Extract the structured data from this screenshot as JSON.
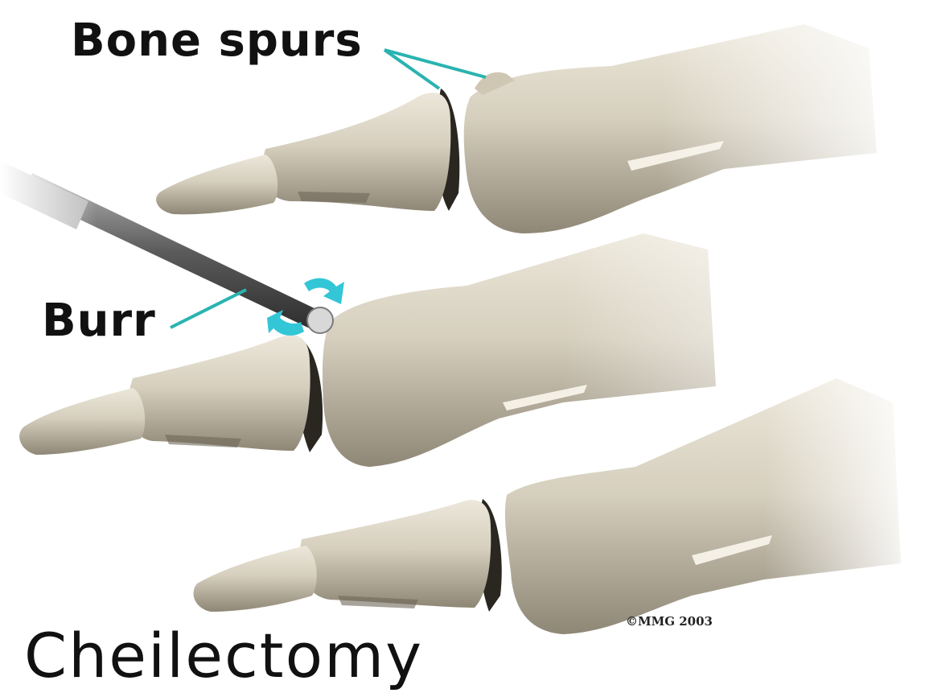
{
  "labels": {
    "bone_spurs": "Bone spurs",
    "burr": "Burr",
    "title": "Cheilectomy",
    "copyright": "©MMG 2003"
  },
  "colors": {
    "bone": "#d8d1c0",
    "bone_shadow": "#8e8676",
    "joint_dark": "#2a2620",
    "leader_line": "#2ab3b0",
    "arrow": "#33c6d6",
    "instrument": "#6e6e6e"
  },
  "icons": {
    "rotation_arrows": "circular-arrows-icon"
  }
}
